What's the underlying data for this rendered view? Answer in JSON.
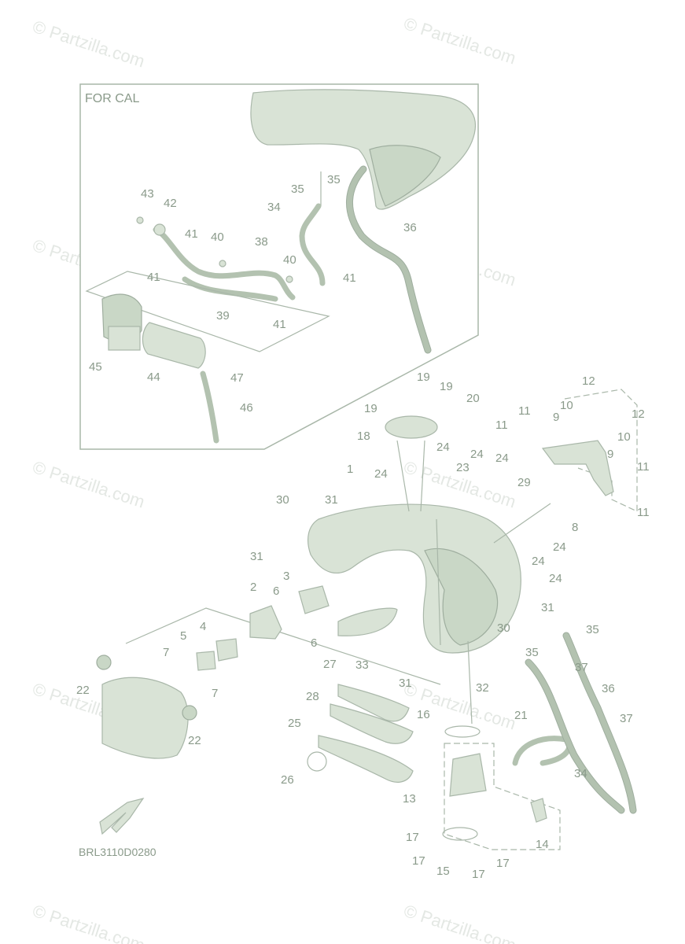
{
  "watermark": "© Partzilla.com",
  "inset_title": "FOR CAL",
  "diagram_code": "BRL3110D0280",
  "callouts": [
    "1",
    "2",
    "3",
    "4",
    "5",
    "6",
    "6",
    "7",
    "7",
    "8",
    "9",
    "9",
    "10",
    "10",
    "11",
    "11",
    "11",
    "11",
    "12",
    "12",
    "13",
    "14",
    "15",
    "16",
    "17",
    "17",
    "17",
    "17",
    "18",
    "19",
    "19",
    "19",
    "20",
    "21",
    "22",
    "22",
    "23",
    "24",
    "24",
    "24",
    "24",
    "24",
    "24",
    "24",
    "25",
    "26",
    "27",
    "28",
    "29",
    "30",
    "30",
    "31",
    "31",
    "31",
    "31",
    "32",
    "33",
    "34",
    "35",
    "35",
    "36",
    "37",
    "37",
    "34",
    "35",
    "35",
    "36",
    "38",
    "39",
    "40",
    "40",
    "41",
    "41",
    "41",
    "41",
    "42",
    "43",
    "44",
    "45",
    "46",
    "47"
  ],
  "colors": {
    "line": "#a9b7a9",
    "fill": "#d9e3d6",
    "label": "#8a9a8a"
  },
  "icons": {
    "direction": "front-arrow-icon"
  }
}
